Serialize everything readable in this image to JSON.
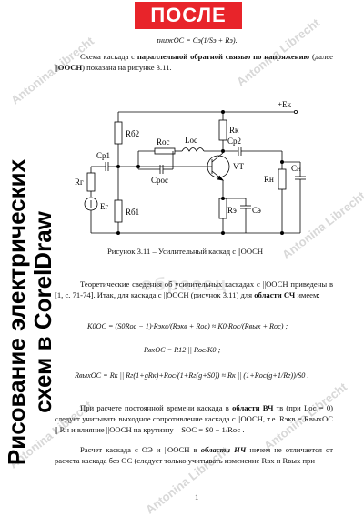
{
  "banner": {
    "label": "ПОСЛЕ"
  },
  "side_title": {
    "line1": "Рисование электрических",
    "line2": "схем в CorelDraw"
  },
  "watermark": {
    "text": "Antonina Librecht",
    "center": "образец"
  },
  "text": {
    "top_formula": "τнижОС = Сэ(1/Sэ + Rэ).",
    "p1_a": "Схема каскада с ",
    "p1_bold": "параллельной обратной связью по напряжению",
    "p1_b": " (далее ",
    "p1_bold2": "||ООСН",
    "p1_c": ") показана на рисунке 3.11.",
    "figure_caption": "Рисунок 3.11 – Усилительный каскад с ||ООСН",
    "p2": "Теоретические сведения об усилительных каскадах с ||ООСН приведены в [1, с. 71-74]. Итак, для каскада с ||ООСН (рисунок 3.11) для ",
    "p2_bold": "области СЧ",
    "p2_end": " имеем:",
    "eq1": "K0ОС = (S0Rос − 1)·Rэкв/(Rэкв + Rос) ≈ K0·Rос/(Rвых + Rос) ;",
    "eq2": "RвхОС = R12 || Rос/K0 ;",
    "eq3": "RвыхОС = Rк || Rг(1+gRк)+Rос/(1+Rг(g+S0)) ≈ Rк || (1+Rос(g+1/Rг))/S0 .",
    "p3_a": "При расчете постоянной времени каскада в ",
    "p3_bold": "области ВЧ",
    "p3_b": " τв (при Lос = 0) следует учитывать выходное сопротивление каскада с ||ООСН, т.е. Rэкв = RвыхОС || Rн и влияние ||ООСН на крутизну – SОС = S0 − 1/Rос .",
    "p4_a": "Расчет каскада с ОЭ и ||ООСН в ",
    "p4_bold": "области НЧ",
    "p4_b": " ничем не отличается от расчета каскада без ОС (следует только учитывать изменение Rвх и Rвых при",
    "page_number": "1"
  },
  "circuit": {
    "labels": {
      "supply": "+Eк",
      "rb2": "Rб2",
      "rk": "Rк",
      "roc": "Roc",
      "loc": "Loc",
      "cp2": "Cp2",
      "croc": "Cpoc",
      "vt": "VT",
      "cp1": "Cp1",
      "rg": "Rг",
      "eg": "Eг",
      "rb1": "Rб1",
      "rn": "Rн",
      "cn": "Cн",
      "re": "Rэ",
      "ce": "Cэ"
    }
  }
}
